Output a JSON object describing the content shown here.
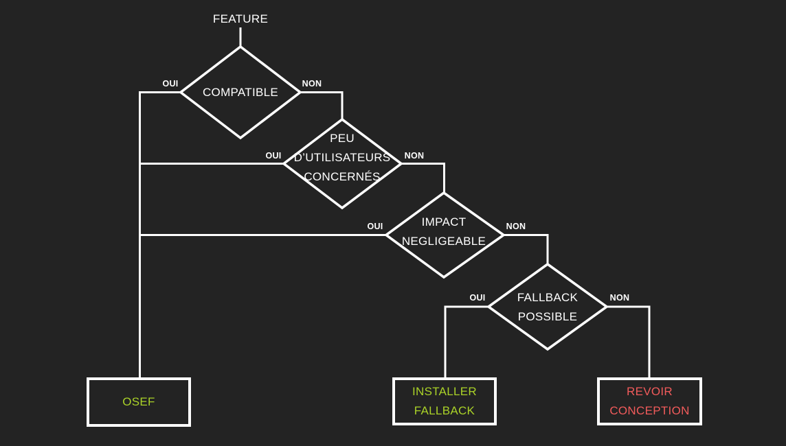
{
  "diagram": {
    "title": "FEATURE",
    "colors": {
      "background": "#232323",
      "line": "#ffffff",
      "positive_text": "#aad228",
      "negative_text": "#f15b5b",
      "node_text": "#ffffff"
    },
    "decisions": [
      {
        "id": "compatible",
        "lines": [
          "COMPATIBLE"
        ],
        "yes_label": "OUI",
        "no_label": "NON"
      },
      {
        "id": "peu-utilisateurs",
        "lines": [
          "PEU",
          "D’UTILISATEURS",
          "CONCERNÉS"
        ],
        "yes_label": "OUI",
        "no_label": "NON"
      },
      {
        "id": "impact",
        "lines": [
          "IMPACT",
          "NEGLIGEABLE"
        ],
        "yes_label": "OUI",
        "no_label": "NON"
      },
      {
        "id": "fallback",
        "lines": [
          "FALLBACK",
          "POSSIBLE"
        ],
        "yes_label": "OUI",
        "no_label": "NON"
      }
    ],
    "outcomes": [
      {
        "id": "osef",
        "lines": [
          "OSEF",
          ""
        ],
        "sentiment": "green"
      },
      {
        "id": "installer-fallback",
        "lines": [
          "INSTALLER",
          "FALLBACK"
        ],
        "sentiment": "green"
      },
      {
        "id": "revoir-conception",
        "lines": [
          "REVOIR",
          "CONCEPTION"
        ],
        "sentiment": "red"
      }
    ]
  }
}
